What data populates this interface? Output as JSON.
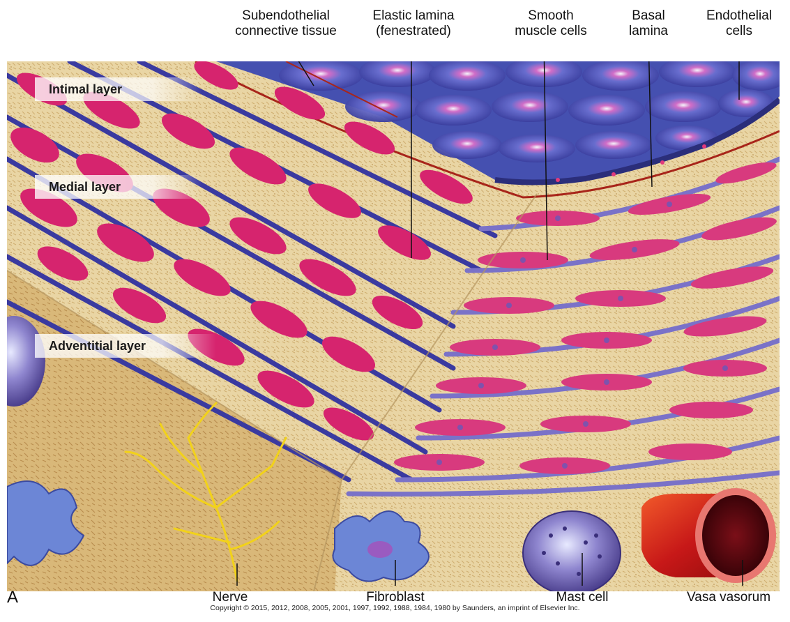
{
  "figure": {
    "panel_letter": "A",
    "copyright": "Copyright © 2015, 2012, 2008, 2005, 2001, 1997, 1992, 1988, 1984, 1980 by Saunders, an imprint of  Elsevier Inc."
  },
  "top_labels": {
    "subendothelial": [
      "Subendothelial",
      "connective tissue"
    ],
    "elastic_lamina": [
      "Elastic lamina",
      "(fenestrated)"
    ],
    "smooth_muscle": [
      "Smooth",
      "muscle cells"
    ],
    "basal_lamina": [
      "Basal",
      "lamina"
    ],
    "endothelial": [
      "Endothelial",
      "cells"
    ]
  },
  "layer_labels": {
    "intimal": "Intimal layer",
    "medial": "Medial layer",
    "adventitial": "Adventitial layer"
  },
  "bottom_labels": {
    "nerve": "Nerve",
    "fibroblast": "Fibroblast",
    "mast_cell": "Mast cell",
    "vasa_vasorum": "Vasa vasorum"
  },
  "colors": {
    "connective_tissue": "#e6cf9c",
    "smooth_muscle": "#d6246e",
    "elastic_fiber": "#3a3aa0",
    "endothelium": "#4a56b8",
    "nerve": "#f2d21a",
    "vessel": "#c81e1e"
  }
}
